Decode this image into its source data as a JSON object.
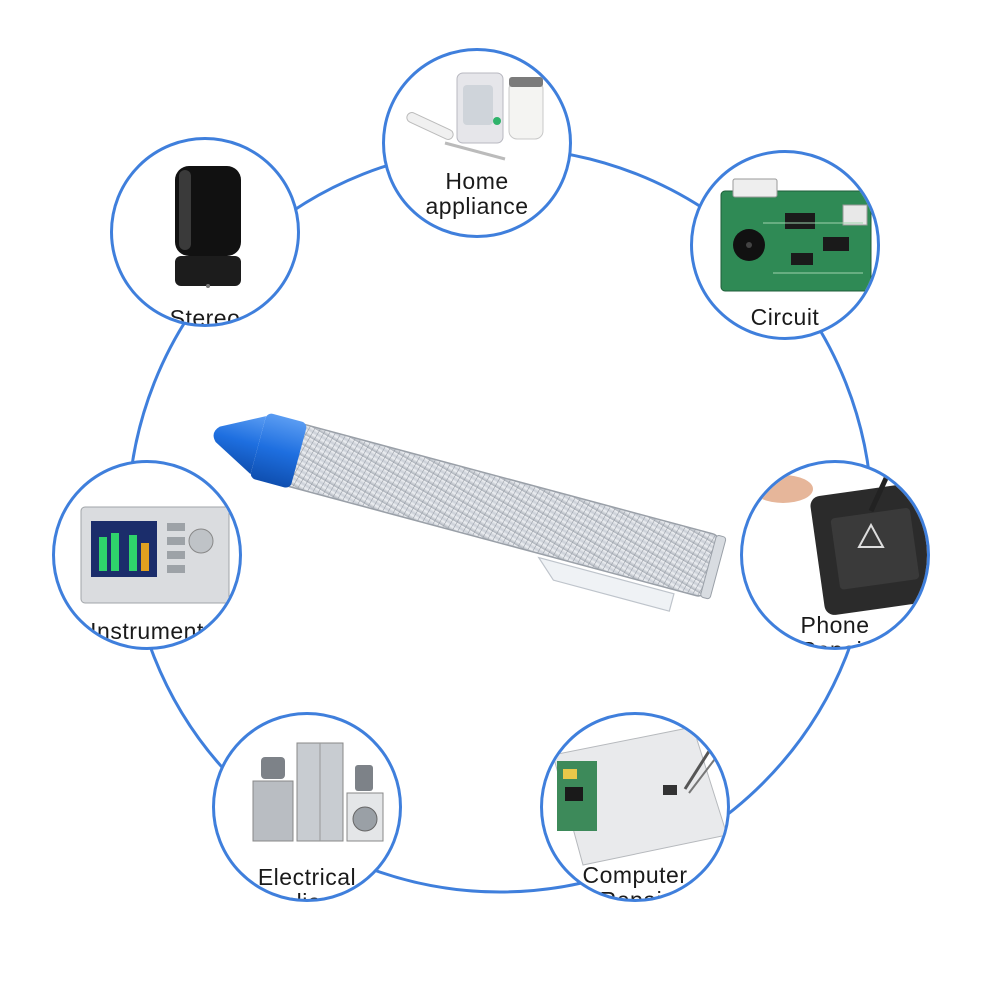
{
  "colors": {
    "ring": "#3f7fdc",
    "cap": "#1e6fe0",
    "coil": "#c8ccd2"
  },
  "uses": {
    "home_appliance": "Home\nappliance",
    "stereo": "Stereo",
    "circuit": "Circuit",
    "instrument": "Instrument",
    "phone_repair": "Phone\nRepair",
    "electrical_appliance": "Electrical\nAppliance",
    "computer_repair": "Computer\nRepair"
  }
}
